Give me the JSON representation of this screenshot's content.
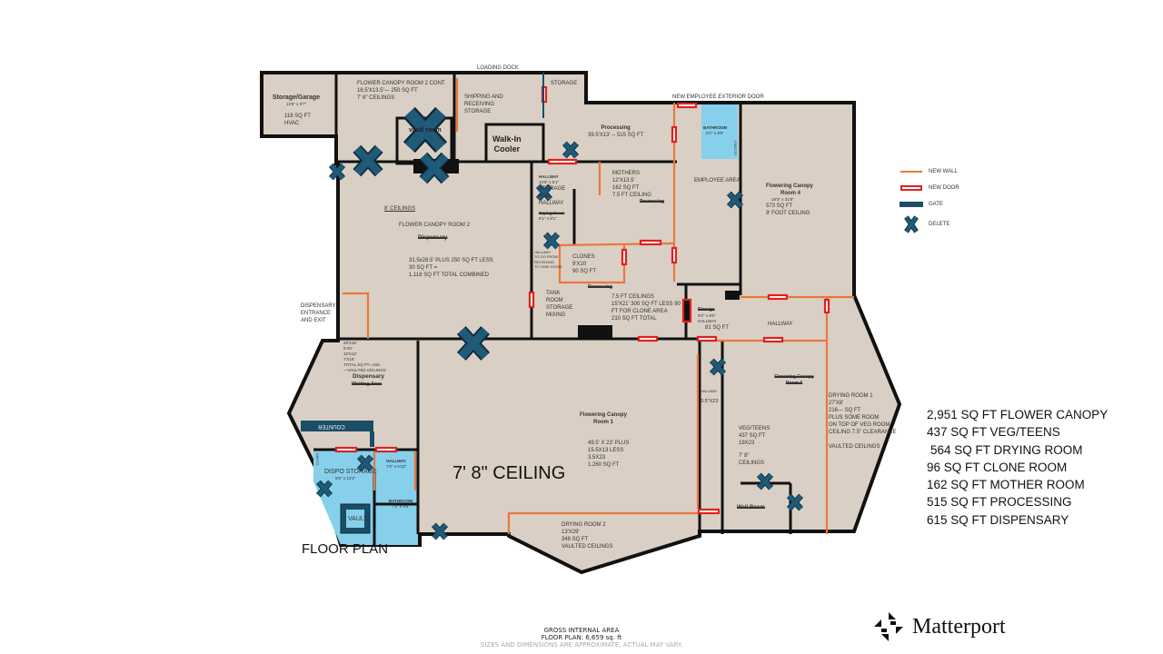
{
  "colors": {
    "floor": "#dacfc4",
    "wall": "#111111",
    "new_wall": "#e8783a",
    "new_door": "#e02020",
    "gate": "#1b4d66",
    "delete": "#1f5a78",
    "blue_room": "#86d0ec"
  },
  "top_labels": {
    "loading_dock": "LOADING DOCK",
    "new_employee_door": "NEW EMPLOYEE EXTERIOR DOOR"
  },
  "rooms": {
    "storage_garage": {
      "name": "Storage/Garage",
      "dims": "13'6\" x 9'7\"",
      "area": "118 SQ FT",
      "note": "HVAC"
    },
    "flower2_cont": {
      "l1": "FLOWER CANOPY ROOM 2 CONT.",
      "l2": "18.5'X13.5'— 250 SQ FT",
      "l3": "7' 8\" CEILINGS"
    },
    "vault_room": {
      "name": "vault room"
    },
    "shipping": {
      "l1": "SHIPPING AND",
      "l2": "RECEIVING",
      "l3": "STORAGE"
    },
    "storage_top": {
      "name": "STORAGE"
    },
    "walk_in": {
      "l1": "Walk-In",
      "l2": "Cooler"
    },
    "processing": {
      "name": "Processing",
      "area": "39.5'X13' -- 515 SQ FT"
    },
    "bathroom_top": {
      "name": "BATHROOM",
      "dims": "6'1\" x 8'9\"",
      "closet": "CLOSET"
    },
    "hallway_storage": {
      "name": "HALLWAY",
      "dims": "10'5\" x 5'1\"",
      "l1": "STORAGE",
      "l2": "AND",
      "l3": "HALLWAY",
      "old": "Drying Room",
      "old_dims": "6'1\" x 8'1\""
    },
    "mothers": {
      "l1": "MOTHERS",
      "l2": "12'X13.5'",
      "l3": "162 SQ FT",
      "l4": "7.5 FT CEILING",
      "old": "Processing"
    },
    "employee_area": {
      "name": "EMPLOYEE AREA"
    },
    "flowering4": {
      "name": "Flowering Canopy",
      "name2": "Room 4",
      "dims": "18'3\" x 31'8\"",
      "area": "573 SQ FT",
      "ceiling": "9' FOOT CEILING"
    },
    "flower2": {
      "ceiling": "8' CEILINGS",
      "name": "FLOWER CANOPY ROOM 2",
      "old": "Dispensary",
      "l1": "31.5x28.5' PLUS 250 SQ FT LESS",
      "l2": "30 SQ FT =",
      "l3": "1,118 SQ FT TOTAL COMBINED"
    },
    "dispensary_entrance": {
      "l1": "DISPENSARY",
      "l2": "ENTRANCE",
      "l3": "AND EXIT"
    },
    "hallway_tank": {
      "l1": "HALLWAY",
      "l2": "TO GO FROM",
      "l3": "RECEIVING",
      "l4": "TO TANK ROOM"
    },
    "clones": {
      "l1": "CLONES",
      "l2": "9'X10",
      "l3": "90 SQ FT"
    },
    "tank_room": {
      "l1": "TANK",
      "l2": "ROOM",
      "l3": "STORAGE",
      "l4": "MIXING"
    },
    "tank_area": {
      "old": "Processing",
      "l1": "7.5 FT CEILINGS",
      "l2": "15'X21' 300 SQ FT LESS 90",
      "l3": "FT FOR CLONE AREA",
      "l4": "210 SQ FT TOTAL"
    },
    "storage_mid": {
      "old": "Storage",
      "dims": "9'0\" x 9'0\"",
      "name": "HALLWAY",
      "area": "81 SQ FT"
    },
    "hallway_right": {
      "name": "HALLWAY"
    },
    "dispensary": {
      "l1": "20'X18'",
      "l2": "6'X5'",
      "l3": "10'X12'",
      "l4": "7'X16'",
      "l5": "TOTAL SQ FT= 615",
      "l6": "—VAULTED CEILINGS",
      "name": "Dispensary",
      "old": "Waiting Area",
      "counter": "COUNTER"
    },
    "dispo_storage": {
      "name": "DISPO STORAGE",
      "dims": "9'9\" x 13'3\"",
      "closet": "CLOSET",
      "vault": "VAULT"
    },
    "hallway_small": {
      "name": "HALLWAY",
      "dims": "7'0\" x 5'10\""
    },
    "bathroom_low": {
      "name": "BATHROOM",
      "dims": "7'0\" x 9'6\""
    },
    "flowering1": {
      "name": "Flowering Canopy",
      "name2": "Room 1",
      "l1": "49.5' X 23' PLUS",
      "l2": "15.5X13 LESS",
      "l3": "3.5X23",
      "l4": "1,260 SQ FT",
      "ceiling": "7' 8\" CEILING"
    },
    "hallway_narrow": {
      "name": "HALLWAY",
      "dims": "3.5\"X23"
    },
    "veg_teens": {
      "old": "Flowering Canopy Room 3",
      "l1": "VEG/TEENS",
      "l2": "437 SQ FT",
      "l3": "19X23",
      "l4": "7' 8\"",
      "l5": "CEILINGS",
      "well": "Well Room"
    },
    "drying1": {
      "l1": "DRYING ROOM 1",
      "l2": "27'X8'",
      "l3": "216--- SQ FT",
      "l4": "PLUS SOME ROOM",
      "l5": "ON TOP OF VEG ROOM",
      "l6": "CEILING 7.5\" CLEARANCE",
      "l7": "VAULTED CEILINGS"
    },
    "drying2": {
      "l1": "DRYING ROOM 2",
      "l2": "13'X29'",
      "l3": "348 SQ FT",
      "l4": "VAULTED CEILINGS"
    }
  },
  "plan_title": "FLOOR PLAN",
  "legend": {
    "new_wall": "NEW WALL",
    "new_door": "NEW DOOR",
    "gate": "GATE",
    "delete": "DELETE"
  },
  "stats": [
    "2,951 SQ FT FLOWER CANOPY",
    "437 SQ FT VEG/TEENS",
    "564 SQ FT DRYING ROOM",
    "96 SQ FT CLONE ROOM",
    "162 SQ FT MOTHER ROOM",
    "515 SQ FT PROCESSING",
    "615 SQ FT DISPENSARY"
  ],
  "footer": {
    "l1": "GROSS INTERNAL AREA",
    "l2": "FLOOR PLAN: 6,659 sq. ft",
    "l3": "SIZES AND DIMENSIONS ARE APPROXIMATE, ACTUAL MAY VARY."
  },
  "brand": "Matterport"
}
